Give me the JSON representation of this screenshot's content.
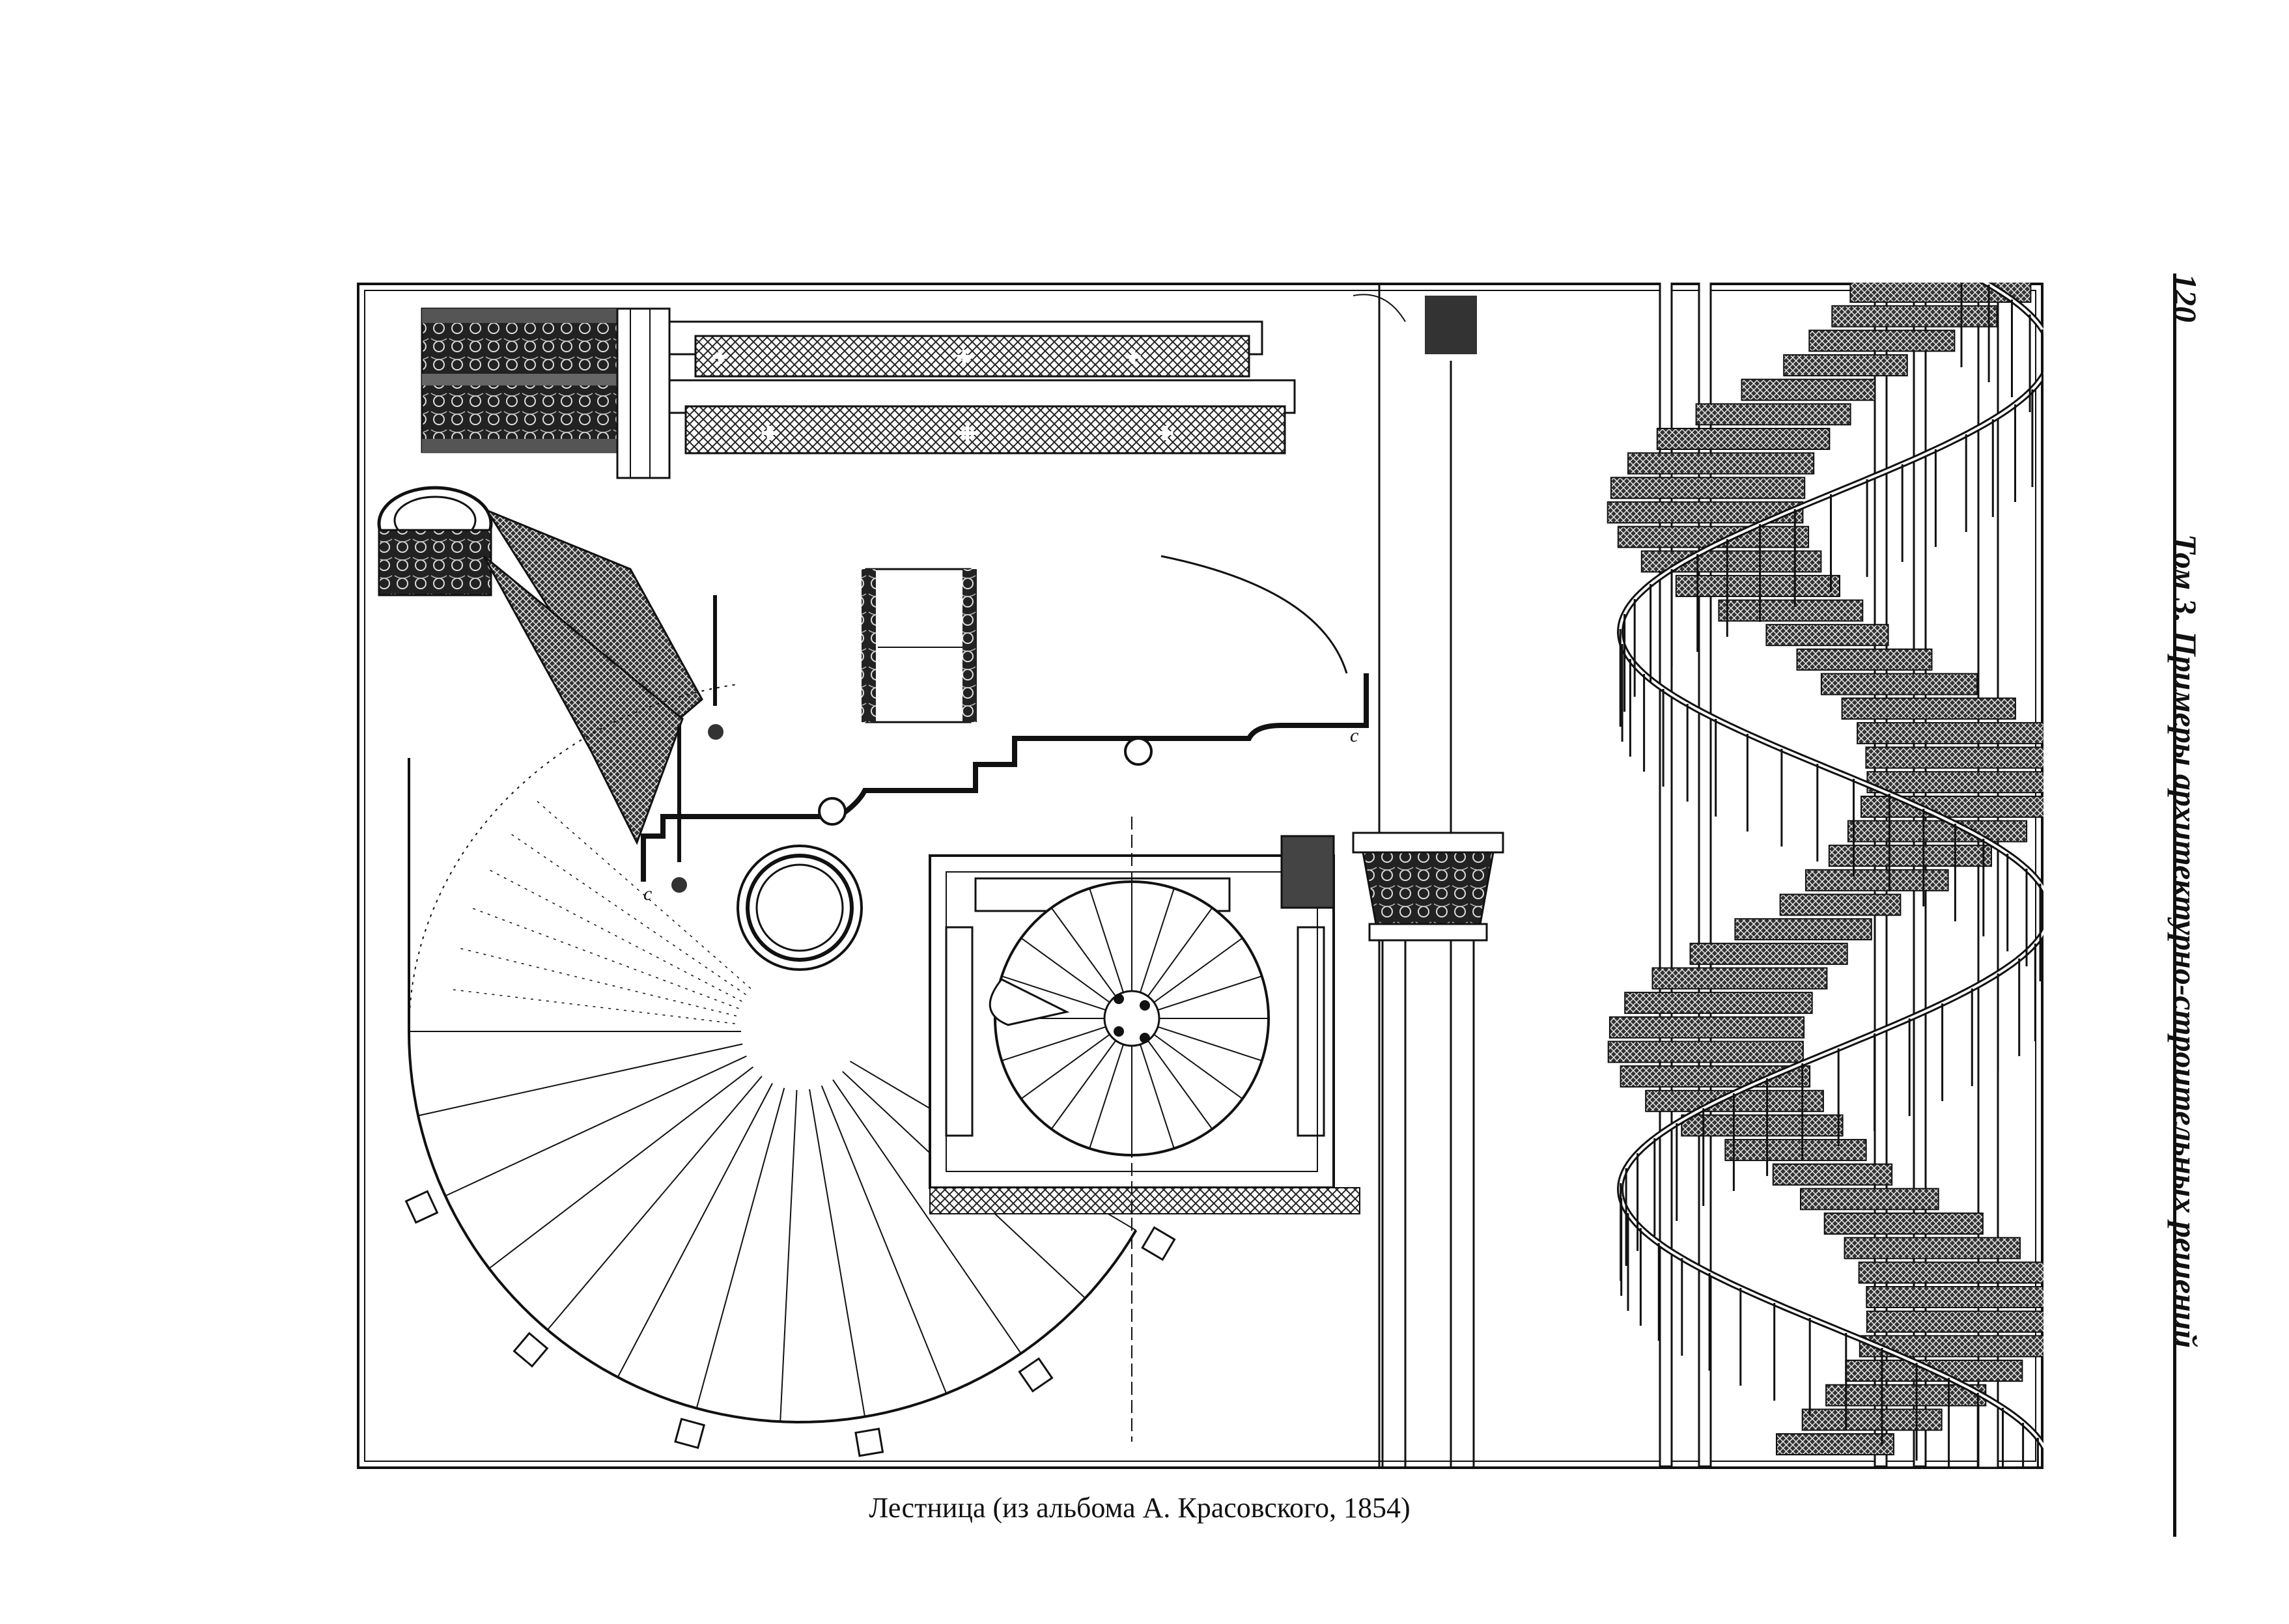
{
  "page": {
    "number": "120",
    "running_head": "Том 3. Примеры архитектурно-строительных решений",
    "caption": "Лестница (из альбома А. Красовского, 1854)"
  },
  "plate": {
    "stringer_labels": [
      "c",
      "c"
    ]
  }
}
